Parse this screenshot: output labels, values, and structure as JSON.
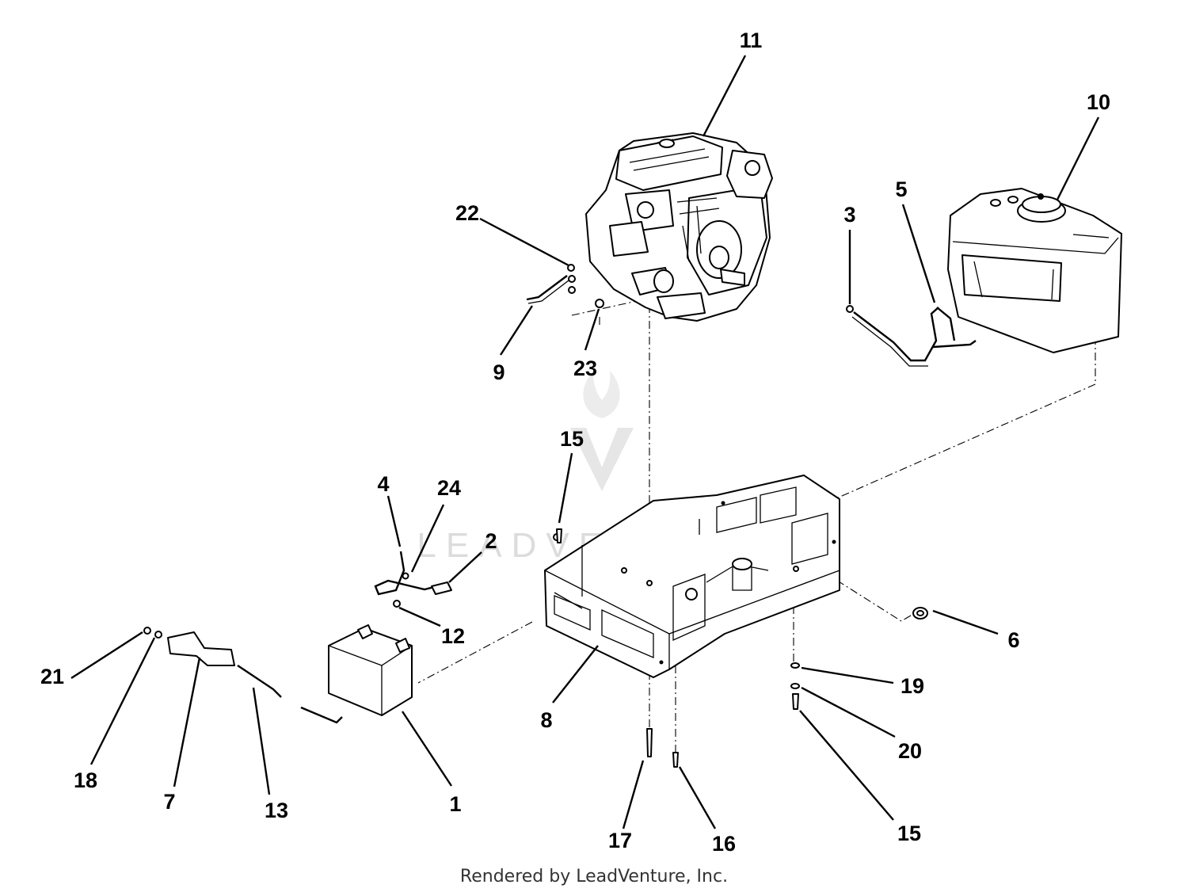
{
  "diagram": {
    "watermark": "LEADVENTURE",
    "footer": "Rendered by LeadVenture, Inc.",
    "callouts": [
      "11",
      "10",
      "22",
      "3",
      "5",
      "9",
      "23",
      "15",
      "4",
      "24",
      "2",
      "12",
      "6",
      "21",
      "19",
      "8",
      "20",
      "18",
      "7",
      "13",
      "1",
      "17",
      "16",
      "15"
    ],
    "colors": {
      "line": "#000000",
      "watermark": "#dcdcdc",
      "background": "#ffffff"
    },
    "parts": [
      "engine",
      "fuel-tank",
      "engine-mount-frame",
      "battery",
      "battery-strap",
      "fuel-line",
      "ground-cable",
      "battery-cable"
    ]
  }
}
